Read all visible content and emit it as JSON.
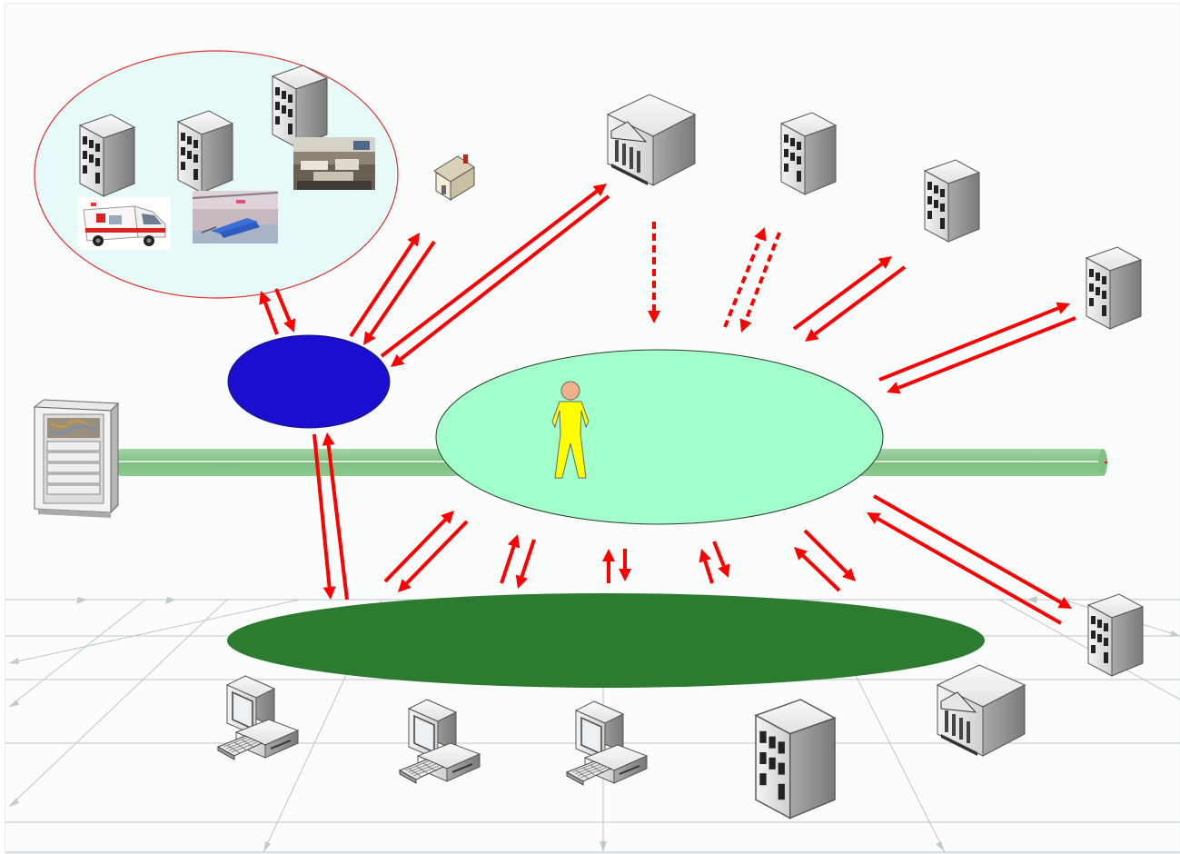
{
  "diagram": {
    "colors": {
      "background": "#ffffff",
      "grid_fill": "#eef4f6",
      "grid_line": "#b8bec4",
      "arrow": "#ff0000",
      "cluster_fill": "#e6fafa",
      "cluster_border": "#e03030",
      "hub_fill": "#1a0fd1",
      "patient_fill": "#a2ffcc",
      "network_fill": "#2c7b31",
      "backbone": "#8cc98e",
      "person_body": "#ffff00",
      "person_head": "#f2b08a"
    },
    "icons": {
      "server": "server-rack-icon",
      "building": "office-building-icon",
      "bank": "bank-building-icon",
      "house": "house-icon",
      "computer": "desktop-computer-icon",
      "ambulance": "ambulance-photo",
      "room": "hospital-room-photo",
      "bed": "hospital-bed-photo",
      "person": "person-icon"
    }
  }
}
